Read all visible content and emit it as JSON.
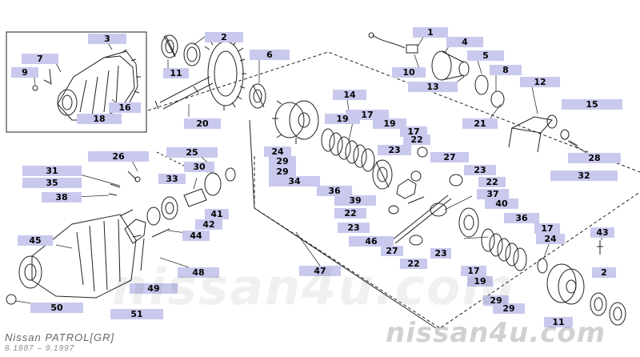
{
  "caption": {
    "title": "Nissan PATROL[GR]",
    "years": "8.1987 – 9.1997"
  },
  "watermark": {
    "center": "nissan4u.com",
    "bottom": "nissan4u.com"
  },
  "colors": {
    "label_fill": "#c9c9ee",
    "line": "#222222"
  },
  "callouts": [
    {
      "id": "c3",
      "label": "3"
    },
    {
      "id": "c7",
      "label": "7"
    },
    {
      "id": "c9",
      "label": "9"
    },
    {
      "id": "c16",
      "label": "16"
    },
    {
      "id": "c18",
      "label": "18"
    },
    {
      "id": "c2a",
      "label": "2"
    },
    {
      "id": "c11a",
      "label": "11"
    },
    {
      "id": "c20",
      "label": "20"
    },
    {
      "id": "c6",
      "label": "6"
    },
    {
      "id": "c1",
      "label": "1"
    },
    {
      "id": "c4",
      "label": "4"
    },
    {
      "id": "c5",
      "label": "5"
    },
    {
      "id": "c8",
      "label": "8"
    },
    {
      "id": "c10",
      "label": "10"
    },
    {
      "id": "c13",
      "label": "13"
    },
    {
      "id": "c12",
      "label": "12"
    },
    {
      "id": "c15",
      "label": "15"
    },
    {
      "id": "c21",
      "label": "21"
    },
    {
      "id": "c28",
      "label": "28"
    },
    {
      "id": "c32",
      "label": "32"
    },
    {
      "id": "c14",
      "label": "14"
    },
    {
      "id": "c17a",
      "label": "17"
    },
    {
      "id": "c19a",
      "label": "19"
    },
    {
      "id": "c19b",
      "label": "19"
    },
    {
      "id": "c17b",
      "label": "17"
    },
    {
      "id": "c22a",
      "label": "22"
    },
    {
      "id": "c23a",
      "label": "23"
    },
    {
      "id": "c24a",
      "label": "24"
    },
    {
      "id": "c29a",
      "label": "29"
    },
    {
      "id": "c29b",
      "label": "29"
    },
    {
      "id": "c34",
      "label": "34"
    },
    {
      "id": "c27a",
      "label": "27"
    },
    {
      "id": "c23b",
      "label": "23"
    },
    {
      "id": "c22b",
      "label": "22"
    },
    {
      "id": "c36a",
      "label": "36"
    },
    {
      "id": "c39",
      "label": "39"
    },
    {
      "id": "c37",
      "label": "37"
    },
    {
      "id": "c40",
      "label": "40"
    },
    {
      "id": "c22c",
      "label": "22"
    },
    {
      "id": "c23c",
      "label": "23"
    },
    {
      "id": "c46",
      "label": "46"
    },
    {
      "id": "c36b",
      "label": "36"
    },
    {
      "id": "c17c",
      "label": "17"
    },
    {
      "id": "c24b",
      "label": "24"
    },
    {
      "id": "c27b",
      "label": "27"
    },
    {
      "id": "c22d",
      "label": "22"
    },
    {
      "id": "c23d",
      "label": "23"
    },
    {
      "id": "c26",
      "label": "26"
    },
    {
      "id": "c25",
      "label": "25"
    },
    {
      "id": "c30",
      "label": "30"
    },
    {
      "id": "c31",
      "label": "31"
    },
    {
      "id": "c35",
      "label": "35"
    },
    {
      "id": "c38",
      "label": "38"
    },
    {
      "id": "c33",
      "label": "33"
    },
    {
      "id": "c41",
      "label": "41"
    },
    {
      "id": "c42",
      "label": "42"
    },
    {
      "id": "c44",
      "label": "44"
    },
    {
      "id": "c45",
      "label": "45"
    },
    {
      "id": "c48",
      "label": "48"
    },
    {
      "id": "c49",
      "label": "49"
    },
    {
      "id": "c51",
      "label": "51"
    },
    {
      "id": "c50",
      "label": "50"
    },
    {
      "id": "c47",
      "label": "47"
    },
    {
      "id": "c43",
      "label": "43"
    },
    {
      "id": "c2b",
      "label": "2"
    },
    {
      "id": "c17d",
      "label": "17"
    },
    {
      "id": "c19c",
      "label": "19"
    },
    {
      "id": "c29c",
      "label": "29"
    },
    {
      "id": "c29d",
      "label": "29"
    },
    {
      "id": "c11b",
      "label": "11"
    }
  ]
}
